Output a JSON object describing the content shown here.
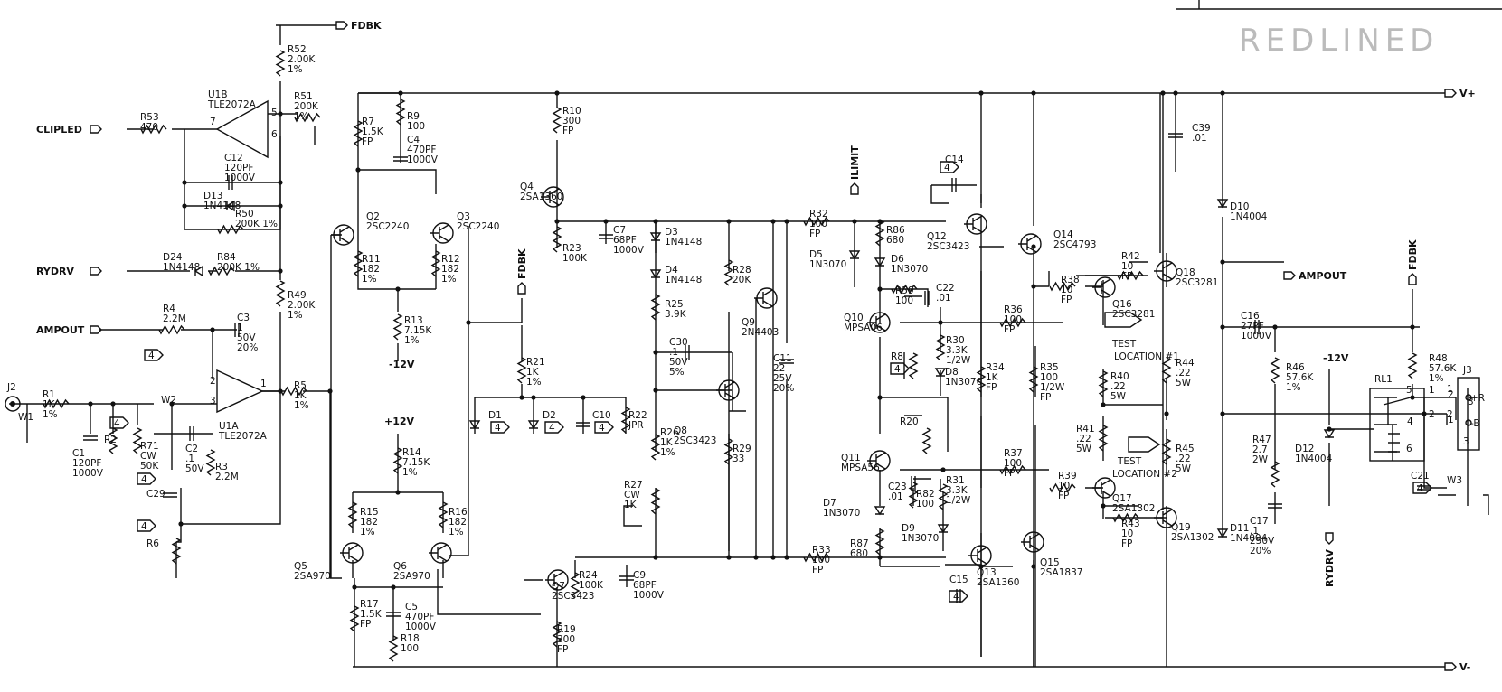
{
  "title_block": {
    "fragment": "REDLINED"
  },
  "nets": [
    {
      "name": "fdbk-top",
      "label": "FDBK"
    },
    {
      "name": "vplus",
      "label": "V+"
    },
    {
      "name": "vminus",
      "label": "V-"
    },
    {
      "name": "clipled",
      "label": "CLIPLED"
    },
    {
      "name": "rydrv-left",
      "label": "RYDRV"
    },
    {
      "name": "ampout-left",
      "label": "AMPOUT"
    },
    {
      "name": "ilimit",
      "label": "ILIMIT"
    },
    {
      "name": "fdbk-mid",
      "label": "FDBK"
    },
    {
      "name": "ampout-right",
      "label": "AMPOUT"
    },
    {
      "name": "fdbk-right",
      "label": "FDBK"
    },
    {
      "name": "rydrv-bottom",
      "label": "RYDRV"
    },
    {
      "name": "minus12-right",
      "label": "-12V"
    },
    {
      "name": "minus12-left",
      "label": "-12V"
    },
    {
      "name": "plus12",
      "label": "+12V"
    }
  ],
  "components": [
    {
      "ref": "R52",
      "v": [
        "2.00K",
        "1%"
      ]
    },
    {
      "ref": "R51",
      "v": [
        "200K",
        "1%"
      ]
    },
    {
      "ref": "U1B",
      "v": [
        "TLE2072A"
      ]
    },
    {
      "ref": "R53",
      "v": [
        "470"
      ]
    },
    {
      "ref": "C12",
      "v": [
        "120PF",
        "1000V"
      ]
    },
    {
      "ref": "D13",
      "v": [
        "1N4148"
      ]
    },
    {
      "ref": "R50",
      "v": [
        "200K 1%"
      ]
    },
    {
      "ref": "D24",
      "v": [
        "1N4148"
      ]
    },
    {
      "ref": "R84",
      "v": [
        "200K 1%"
      ]
    },
    {
      "ref": "R49",
      "v": [
        "2.00K",
        "1%"
      ]
    },
    {
      "ref": "R4",
      "v": [
        "2.2M"
      ]
    },
    {
      "ref": "C3",
      "v": [
        "1",
        "50V",
        "20%"
      ]
    },
    {
      "ref": "U1A",
      "v": [
        "TLE2072A"
      ]
    },
    {
      "ref": "R5",
      "v": [
        "1K",
        "1%"
      ]
    },
    {
      "ref": "J2",
      "v": []
    },
    {
      "ref": "W1",
      "v": []
    },
    {
      "ref": "R1",
      "v": [
        "1K",
        "1%"
      ]
    },
    {
      "ref": "C1",
      "v": [
        "120PF",
        "1000V"
      ]
    },
    {
      "ref": "R2",
      "v": []
    },
    {
      "ref": "R71",
      "v": [
        "CW",
        "50K"
      ]
    },
    {
      "ref": "W2",
      "v": []
    },
    {
      "ref": "C2",
      "v": [
        ".1",
        "50V"
      ]
    },
    {
      "ref": "R3",
      "v": [
        "2.2M"
      ]
    },
    {
      "ref": "C29",
      "v": []
    },
    {
      "ref": "R6",
      "v": []
    },
    {
      "ref": "R7",
      "v": [
        "1.5K",
        "FP"
      ]
    },
    {
      "ref": "R9",
      "v": [
        "100"
      ]
    },
    {
      "ref": "C4",
      "v": [
        "470PF",
        "1000V"
      ]
    },
    {
      "ref": "R10",
      "v": [
        "300",
        "FP"
      ]
    },
    {
      "ref": "Q4",
      "v": [
        "2SA1360"
      ]
    },
    {
      "ref": "Q2",
      "v": [
        "2SC2240"
      ]
    },
    {
      "ref": "Q3",
      "v": [
        "2SC2240"
      ]
    },
    {
      "ref": "R11",
      "v": [
        "182",
        "1%"
      ]
    },
    {
      "ref": "R12",
      "v": [
        "182",
        "1%"
      ]
    },
    {
      "ref": "R13",
      "v": [
        "7.15K",
        "1%"
      ]
    },
    {
      "ref": "R23",
      "v": [
        "100K"
      ]
    },
    {
      "ref": "C7",
      "v": [
        "68PF",
        "1000V"
      ]
    },
    {
      "ref": "R21",
      "v": [
        "1K",
        "1%"
      ]
    },
    {
      "ref": "D1",
      "v": []
    },
    {
      "ref": "D2",
      "v": []
    },
    {
      "ref": "C10",
      "v": []
    },
    {
      "ref": "R22",
      "v": [
        "JPR"
      ]
    },
    {
      "ref": "R14",
      "v": [
        "7.15K",
        "1%"
      ]
    },
    {
      "ref": "R15",
      "v": [
        "182",
        "1%"
      ]
    },
    {
      "ref": "R16",
      "v": [
        "182",
        "1%"
      ]
    },
    {
      "ref": "Q5",
      "v": [
        "2SA970"
      ]
    },
    {
      "ref": "Q6",
      "v": [
        "2SA970"
      ]
    },
    {
      "ref": "Q7",
      "v": [
        "2SC3423"
      ]
    },
    {
      "ref": "R17",
      "v": [
        "1.5K",
        "FP"
      ]
    },
    {
      "ref": "C5",
      "v": [
        "470PF",
        "1000V"
      ]
    },
    {
      "ref": "R18",
      "v": [
        "100"
      ]
    },
    {
      "ref": "R24",
      "v": [
        "100K"
      ]
    },
    {
      "ref": "R19",
      "v": [
        "300",
        "FP"
      ]
    },
    {
      "ref": "C9",
      "v": [
        "68PF",
        "1000V"
      ]
    },
    {
      "ref": "D3",
      "v": [
        "1N4148"
      ]
    },
    {
      "ref": "D4",
      "v": [
        "1N4148"
      ]
    },
    {
      "ref": "R25",
      "v": [
        "3.9K"
      ]
    },
    {
      "ref": "C30",
      "v": [
        ".1",
        "50V",
        "5%"
      ]
    },
    {
      "ref": "R28",
      "v": [
        "20K"
      ]
    },
    {
      "ref": "Q9",
      "v": [
        "2N4403"
      ]
    },
    {
      "ref": "Q8",
      "v": [
        "2SC3423"
      ]
    },
    {
      "ref": "R29",
      "v": [
        "33"
      ]
    },
    {
      "ref": "R26",
      "v": [
        "1K",
        "1%"
      ]
    },
    {
      "ref": "R27",
      "v": [
        "CW",
        "1K"
      ]
    },
    {
      "ref": "C11",
      "v": [
        "22",
        "25V",
        "20%"
      ]
    },
    {
      "ref": "R32",
      "v": [
        "100",
        "FP"
      ]
    },
    {
      "ref": "R33",
      "v": [
        "100",
        "FP"
      ]
    },
    {
      "ref": "R86",
      "v": [
        "680"
      ]
    },
    {
      "ref": "D5",
      "v": [
        "1N3070"
      ]
    },
    {
      "ref": "D6",
      "v": [
        "1N3070"
      ]
    },
    {
      "ref": "R59",
      "v": [
        "100"
      ]
    },
    {
      "ref": "C22",
      "v": [
        ".01"
      ]
    },
    {
      "ref": "Q10",
      "v": [
        "MPSA06"
      ]
    },
    {
      "ref": "R30",
      "v": [
        "3.3K",
        "1/2W"
      ]
    },
    {
      "ref": "R8",
      "v": []
    },
    {
      "ref": "D8",
      "v": [
        "1N3070"
      ]
    },
    {
      "ref": "R20",
      "v": []
    },
    {
      "ref": "Q11",
      "v": [
        "MPSA56"
      ]
    },
    {
      "ref": "C23",
      "v": [
        ".01"
      ]
    },
    {
      "ref": "R82",
      "v": [
        "100"
      ]
    },
    {
      "ref": "R31",
      "v": [
        "3.3K",
        "1/2W"
      ]
    },
    {
      "ref": "D7",
      "v": [
        "1N3070"
      ]
    },
    {
      "ref": "D9",
      "v": [
        "1N3070"
      ]
    },
    {
      "ref": "R87",
      "v": [
        "680"
      ]
    },
    {
      "ref": "C14",
      "v": []
    },
    {
      "ref": "Q12",
      "v": [
        "2SC3423"
      ]
    },
    {
      "ref": "R34",
      "v": [
        "1K",
        "FP"
      ]
    },
    {
      "ref": "Q13",
      "v": [
        "2SA1360"
      ]
    },
    {
      "ref": "C15",
      "v": []
    },
    {
      "ref": "Q14",
      "v": [
        "2SC4793"
      ]
    },
    {
      "ref": "Q15",
      "v": [
        "2SA1837"
      ]
    },
    {
      "ref": "R36",
      "v": [
        "100",
        "FP"
      ]
    },
    {
      "ref": "R35",
      "v": [
        "100",
        "1/2W",
        "FP"
      ]
    },
    {
      "ref": "R37",
      "v": [
        "100",
        "FP"
      ]
    },
    {
      "ref": "R38",
      "v": [
        "10",
        "FP"
      ]
    },
    {
      "ref": "R39",
      "v": [
        "10",
        "FP"
      ]
    },
    {
      "ref": "Q16",
      "v": [
        "2SC3281"
      ]
    },
    {
      "ref": "Q17",
      "v": [
        "2SA1302"
      ]
    },
    {
      "ref": "R40",
      "v": [
        ".22",
        "5W"
      ]
    },
    {
      "ref": "R41",
      "v": [
        ".22",
        "5W"
      ]
    },
    {
      "ref": "R42",
      "v": [
        "10",
        "FP"
      ]
    },
    {
      "ref": "R43",
      "v": [
        "10",
        "FP"
      ]
    },
    {
      "ref": "Q18",
      "v": [
        "2SC3281"
      ]
    },
    {
      "ref": "Q19",
      "v": [
        "2SA1302"
      ]
    },
    {
      "ref": "R44",
      "v": [
        ".22",
        "5W"
      ]
    },
    {
      "ref": "R45",
      "v": [
        ".22",
        "5W"
      ]
    },
    {
      "ref": "C39",
      "v": [
        ".01"
      ]
    },
    {
      "ref": "D10",
      "v": [
        "1N4004"
      ]
    },
    {
      "ref": "D11",
      "v": [
        "1N4004"
      ]
    },
    {
      "ref": "C16",
      "v": [
        "27PF",
        "1000V"
      ]
    },
    {
      "ref": "R46",
      "v": [
        "57.6K",
        "1%"
      ]
    },
    {
      "ref": "R47",
      "v": [
        "2.7",
        "2W"
      ]
    },
    {
      "ref": "C17",
      "v": [
        ".1",
        "250V",
        "20%"
      ]
    },
    {
      "ref": "D12",
      "v": [
        "1N4004"
      ]
    },
    {
      "ref": "RL1",
      "v": []
    },
    {
      "ref": "R48",
      "v": [
        "57.6K",
        "1%"
      ]
    },
    {
      "ref": "J3",
      "v": []
    },
    {
      "ref": "C21",
      "v": []
    },
    {
      "ref": "W3",
      "v": []
    }
  ],
  "test_locations": [
    {
      "name": "tl1",
      "label": "TEST",
      "label2": "LOCATION #1"
    },
    {
      "name": "tl2",
      "label": "TEST",
      "label2": "LOCATION #2"
    }
  ],
  "note_tag": "4",
  "pins": [
    "7",
    "5",
    "6",
    "2",
    "3",
    "1",
    "1",
    "2",
    "3",
    "5",
    "4",
    "6",
    "1",
    "2",
    "3",
    "2",
    "1"
  ],
  "connector_terms": [
    "+R",
    "-B"
  ]
}
